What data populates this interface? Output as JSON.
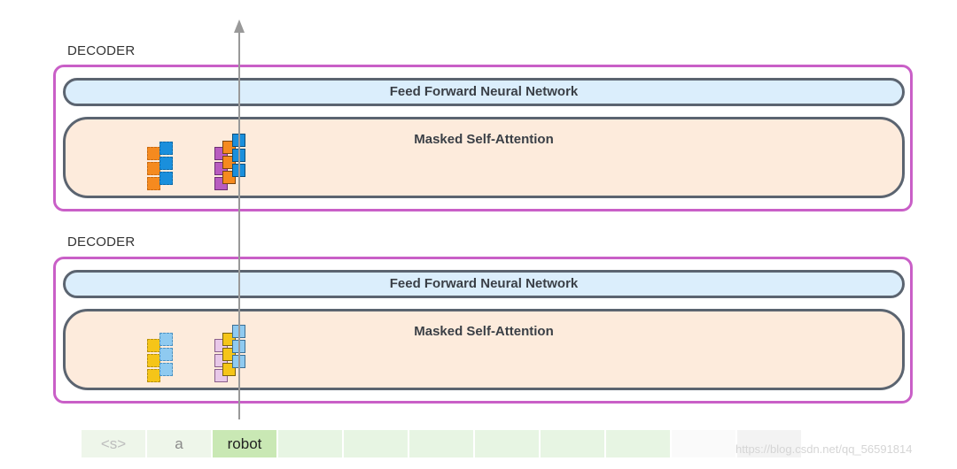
{
  "decoders": [
    {
      "label": "DECODER",
      "ffnn_label": "Feed Forward Neural Network",
      "attention_label": "Masked Self-Attention"
    },
    {
      "label": "DECODER",
      "ffnn_label": "Feed Forward Neural Network",
      "attention_label": "Masked Self-Attention"
    }
  ],
  "tokens": [
    {
      "text": "<s>",
      "state": "past"
    },
    {
      "text": "a",
      "state": "past"
    },
    {
      "text": "robot",
      "state": "current"
    },
    {
      "text": "",
      "state": "future"
    },
    {
      "text": "",
      "state": "future"
    },
    {
      "text": "",
      "state": "future"
    },
    {
      "text": "",
      "state": "future"
    },
    {
      "text": "",
      "state": "future"
    },
    {
      "text": "",
      "state": "future"
    },
    {
      "text": "",
      "state": "blank"
    },
    {
      "text": "",
      "state": "blank"
    }
  ],
  "watermark": "https://blog.csdn.net/qq_56591814",
  "colors": {
    "decoder_border": "#c95fc7",
    "ffnn_fill": "#dbeefc",
    "attention_fill": "#fdebdc",
    "token_current": "#c9e8b4",
    "token_past": "#eef6ea",
    "token_future": "#e7f5e3",
    "top_orange": "#f58a1f",
    "top_blue": "#1a8fdc",
    "top_purple": "#b85cc0",
    "bottom_yellow": "#f5c518",
    "bottom_lightblue": "#8fcaf0",
    "bottom_pink": "#e8c8e8"
  }
}
